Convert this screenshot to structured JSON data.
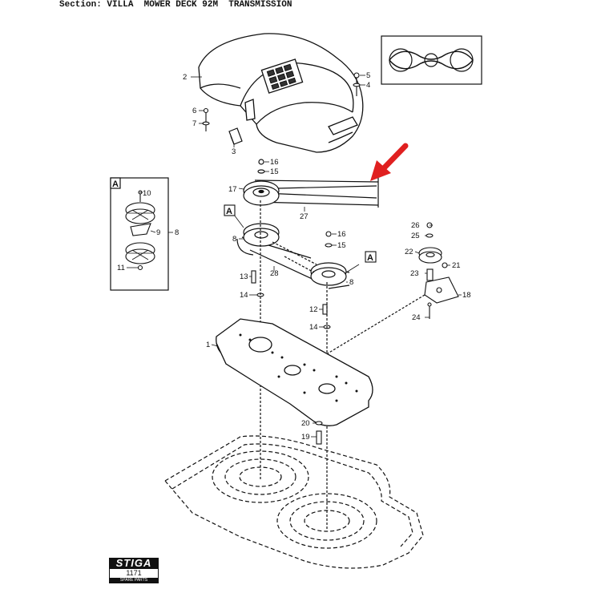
{
  "header": {
    "section_label": "Section:",
    "section_value": "VILLA  MOWER DECK 92M  TRANSMISSION"
  },
  "callouts": [
    "1",
    "2",
    "3",
    "4",
    "5",
    "6",
    "7",
    "8",
    "8",
    "8",
    "9",
    "10",
    "11",
    "12",
    "13",
    "14",
    "14",
    "15",
    "15",
    "16",
    "16",
    "17",
    "18",
    "19",
    "20",
    "21",
    "22",
    "23",
    "24",
    "25",
    "26",
    "27",
    "28"
  ],
  "detail_box_label": "A",
  "view_markers": [
    "A",
    "A"
  ],
  "logo": {
    "brand": "STIGA",
    "number": "1171",
    "subtitle": "SPARE PARTS"
  },
  "colors": {
    "arrow": "#e02020",
    "line": "#111111",
    "background": "#ffffff"
  }
}
